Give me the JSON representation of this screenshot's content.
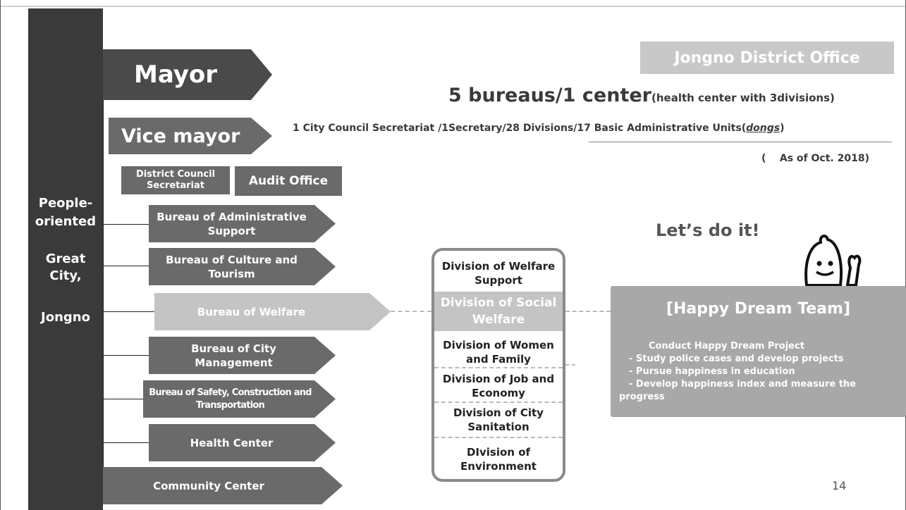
{
  "left_bar": {
    "line1": "People-",
    "line2": "oriented",
    "line3": "Great",
    "line4": "City,",
    "line5": "Jongno"
  },
  "top_arrows": {
    "mayor": "Mayor",
    "vice_mayor": "Vice mayor"
  },
  "council": {
    "district_council": "District Council Secretariat",
    "audit_office": "Audit Office"
  },
  "bureaus": [
    "Bureau of Administrative Support",
    "Bureau of Culture and Tourism",
    "Bureau of Welfare",
    "Bureau of City Management",
    "Bureau of Safety, Construction and Transportation",
    "Health Center",
    "Community Center"
  ],
  "header": {
    "office": "Jongno District Office",
    "bureaus_main": "5 bureaus/1 center",
    "bureaus_note": "(health center with 3divisions)",
    "units_prefix": "1 City Council Secretariat /1Secretary/28 Divisions/17 Basic Administrative Units(",
    "units_italic": "dongs",
    "units_suffix": ")",
    "as_of": "(    As of Oct. 2018)"
  },
  "slogan": "Let’s do it!",
  "divisions": [
    "Division of Welfare Support",
    "Division of Social Welfare",
    "Division of Women and Family",
    "Division of Job and Economy",
    "Division of City Sanitation",
    "DIvision of Environment"
  ],
  "team": {
    "title": "[Happy Dream Team]",
    "line1": "Conduct Happy Dream Project",
    "line2": "- Study police cases and develop projects",
    "line3": "- Pursue happiness in education",
    "line4": "- Develop happiness index and measure the",
    "line5": "progress"
  },
  "page_number": "14",
  "icons": {
    "mascot": "mascot-character-icon"
  },
  "colors": {
    "dark": "#4a4a4a",
    "mid": "#6a6a6a",
    "light": "#c4c4c4",
    "bar": "#3a3a3a"
  }
}
